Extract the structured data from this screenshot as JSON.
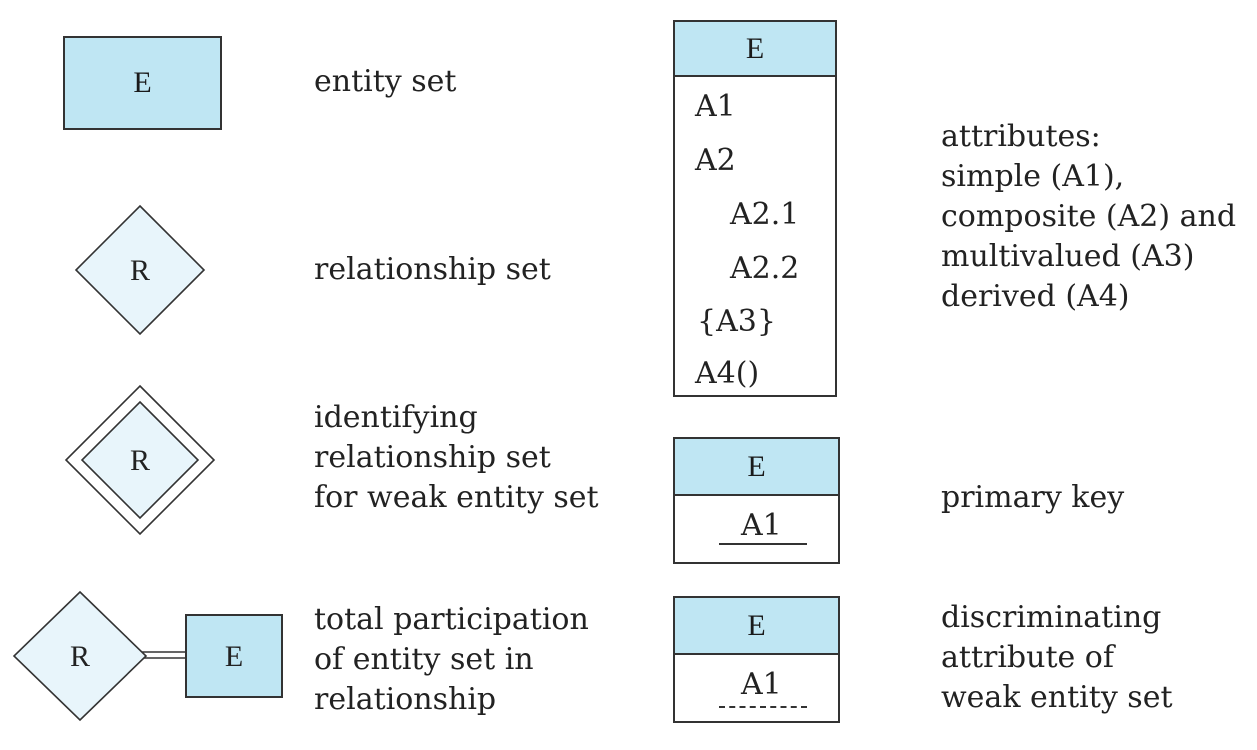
{
  "colors": {
    "entity_fill": "#bfe6f3",
    "diamond_fill": "#e8f5fb",
    "stroke": "#333333"
  },
  "row1": {
    "symbol": "E",
    "label": "entity set"
  },
  "row2": {
    "symbol": "R",
    "label": "relationship set"
  },
  "row3": {
    "symbol": "R",
    "label_lines": [
      "identifying",
      "relationship set",
      "for weak entity set"
    ]
  },
  "row4": {
    "relationship": "R",
    "entity": "E",
    "label_lines": [
      "total participation",
      "of entity set in",
      "relationship"
    ]
  },
  "attributes_box": {
    "title": "E",
    "items": [
      "A1",
      "A2",
      "A2.1",
      "A2.2",
      "{A3}",
      "A4()"
    ],
    "label_lines": [
      "attributes:",
      "simple (A1),",
      "composite (A2) and",
      "multivalued (A3)",
      "derived (A4)"
    ]
  },
  "primary_key_box": {
    "title": "E",
    "attribute": "A1",
    "label": "primary key"
  },
  "discriminator_box": {
    "title": "E",
    "attribute": "A1",
    "label_lines": [
      "discriminating",
      "attribute of",
      "weak entity set"
    ]
  }
}
